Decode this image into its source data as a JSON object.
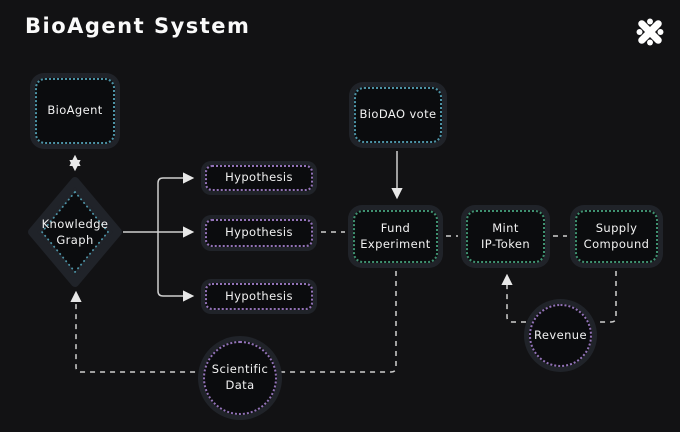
{
  "title": "BioAgent System",
  "logo_icon": "bio-flower-icon",
  "colors": {
    "background": "#121214",
    "node_halo": "#202329",
    "node_fill": "#0b0c0e",
    "accent_cyan": "#4d93a6",
    "accent_green": "#3f9170",
    "accent_purple": "#9373b8",
    "connector": "#d9d9d9",
    "text": "#f2f2f2"
  },
  "nodes": {
    "bioagent": {
      "label": "BioAgent",
      "shape": "rounded-rect",
      "accent": "cyan"
    },
    "knowledge_graph": {
      "line1": "Knowledge",
      "line2": "Graph",
      "shape": "diamond",
      "accent": "cyan"
    },
    "hypothesis_1": {
      "label": "Hypothesis",
      "shape": "rounded-rect",
      "accent": "purple"
    },
    "hypothesis_2": {
      "label": "Hypothesis",
      "shape": "rounded-rect",
      "accent": "purple"
    },
    "hypothesis_3": {
      "label": "Hypothesis",
      "shape": "rounded-rect",
      "accent": "purple"
    },
    "biodao_vote": {
      "label": "BioDAO vote",
      "shape": "rounded-rect",
      "accent": "cyan"
    },
    "fund_experiment": {
      "line1": "Fund",
      "line2": "Experiment",
      "shape": "rounded-rect",
      "accent": "green"
    },
    "mint_ip_token": {
      "line1": "Mint",
      "line2": "IP-Token",
      "shape": "rounded-rect",
      "accent": "green"
    },
    "supply_compound": {
      "line1": "Supply",
      "line2": "Compound",
      "shape": "rounded-rect",
      "accent": "green"
    },
    "revenue": {
      "label": "Revenue",
      "shape": "circle",
      "accent": "purple"
    },
    "scientific_data": {
      "line1": "Scientific",
      "line2": "Data",
      "shape": "circle",
      "accent": "purple"
    }
  },
  "edges": [
    {
      "from": "bioagent",
      "to": "knowledge_graph",
      "style": "dashed",
      "arrows": "both"
    },
    {
      "from": "knowledge_graph",
      "to": "hypothesis_1",
      "style": "solid",
      "arrows": "end"
    },
    {
      "from": "knowledge_graph",
      "to": "hypothesis_2",
      "style": "solid",
      "arrows": "end"
    },
    {
      "from": "knowledge_graph",
      "to": "hypothesis_3",
      "style": "solid",
      "arrows": "end"
    },
    {
      "from": "hypothesis_2",
      "to": "fund_experiment",
      "style": "dashed",
      "arrows": "none"
    },
    {
      "from": "biodao_vote",
      "to": "fund_experiment",
      "style": "solid",
      "arrows": "end"
    },
    {
      "from": "fund_experiment",
      "to": "mint_ip_token",
      "style": "dashed",
      "arrows": "none"
    },
    {
      "from": "mint_ip_token",
      "to": "supply_compound",
      "style": "dashed",
      "arrows": "none"
    },
    {
      "from": "fund_experiment",
      "to": "knowledge_graph",
      "via": "scientific_data",
      "style": "dashed",
      "arrows": "end"
    },
    {
      "from": "supply_compound",
      "to": "revenue",
      "style": "dashed",
      "arrows": "none"
    },
    {
      "from": "revenue",
      "to": "mint_ip_token",
      "style": "dashed",
      "arrows": "end"
    }
  ]
}
